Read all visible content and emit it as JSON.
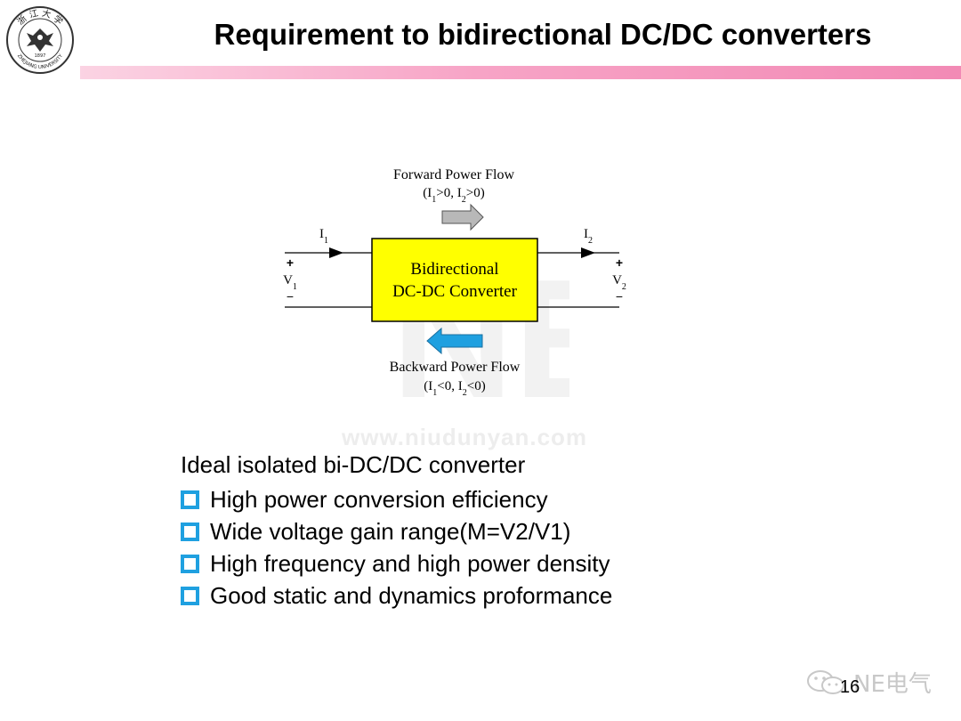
{
  "logo": {
    "year": "1897",
    "name": "ZHEJIANG UNIVERSITY",
    "chinese": "浙江大学"
  },
  "slide": {
    "title": "Requirement to bidirectional DC/DC converters"
  },
  "diagram": {
    "forward_label": "Forward Power Flow",
    "forward_cond": "(I1>0, I2>0)",
    "backward_label": "Backward Power Flow",
    "backward_cond": "(I1<0, I2<0)",
    "box_line1": "Bidirectional",
    "box_line2": "DC-DC Converter",
    "i1": "I1",
    "i2": "I2",
    "v1": "V1",
    "v2": "V2",
    "plus": "+",
    "minus": "−",
    "box_color": "#ffff00",
    "backward_arrow_color": "#1fa0e0",
    "forward_arrow_color": "#b0b0b0"
  },
  "watermark": {
    "text": "www.niudunyan.com",
    "logo_text": "NE"
  },
  "requirements": {
    "heading": "Ideal isolated bi-DC/DC converter",
    "items": [
      "High power conversion efficiency",
      "Wide voltage gain range(M=V2/V1)",
      "High frequency and high power density",
      "Good static and dynamics proformance"
    ],
    "bullet_color": "#1fa0e0"
  },
  "footer": {
    "source": "NE电气",
    "page": "16"
  }
}
